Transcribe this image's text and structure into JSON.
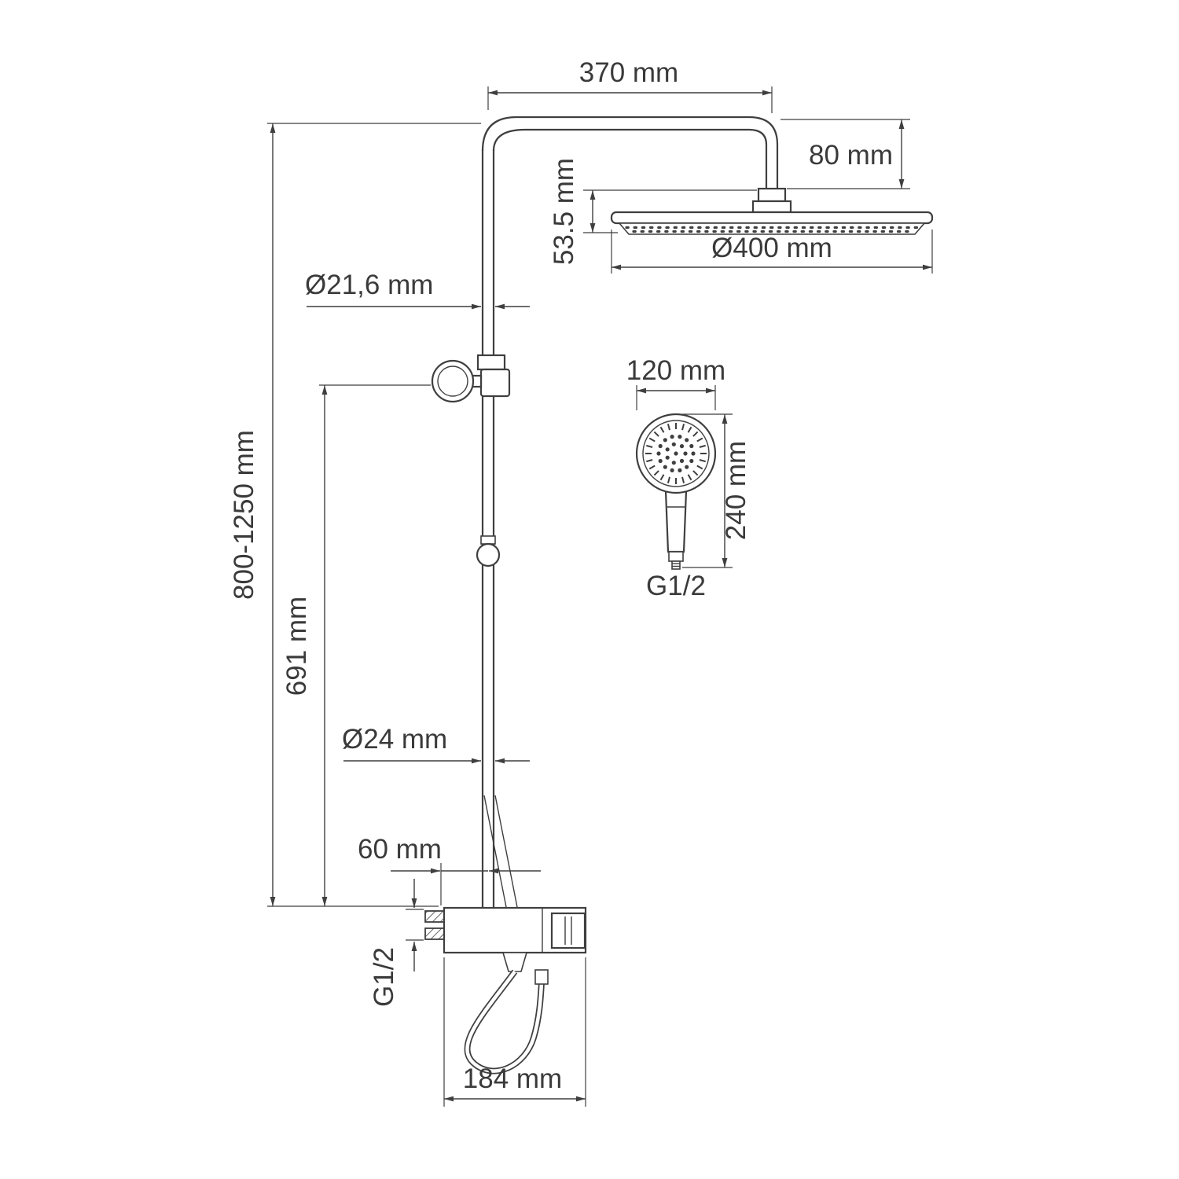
{
  "drawing": {
    "type": "shower-system-dimensional-drawing",
    "line_color": "#3f3f3f",
    "text_color": "#3a3a3a",
    "background": "#ffffff",
    "dimensions": {
      "top_arm_length": "370 mm",
      "head_drop": "80 mm",
      "head_assembly_height": "53.5 mm",
      "rain_head_diameter": "Ø400 mm",
      "upper_pipe_diameter": "Ø21,6 mm",
      "hand_shower_head_diameter": "120 mm",
      "hand_shower_length": "240 mm",
      "hand_shower_thread": "G1/2",
      "column_height_range": "800-1250 mm",
      "bracket_to_mixer_height": "691 mm",
      "lower_pipe_diameter": "Ø24 mm",
      "pipe_to_inlet_offset": "60 mm",
      "wall_inlet_thread": "G1/2",
      "mixer_body_width": "184 mm"
    }
  }
}
